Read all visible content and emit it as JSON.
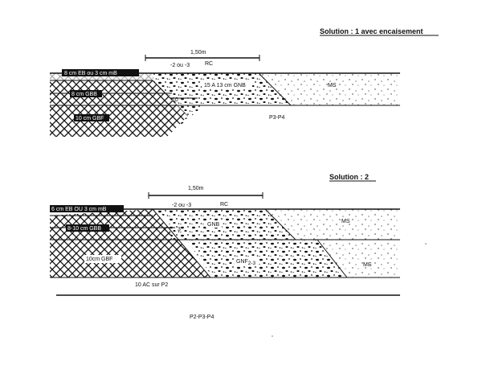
{
  "solution1": {
    "title": "Solution : 1 avec encaisement",
    "width_label": "1,50m",
    "rc_label": "RC",
    "offset_label": "-2 ou -3",
    "eb_label": "8 cm EB ou 3 cm mB",
    "gbb_label": "8 cm GBB",
    "gbf_label": "10 cm GBF",
    "gnb_label": "15 A 13 cm GNB",
    "ten_label": "10",
    "ms_label": "MS",
    "p_label": "P3-P4"
  },
  "solution2": {
    "title": "Solution : 2",
    "width_label": "1,50m",
    "rc_label": "RC",
    "offset_label": "-2 ou -3",
    "eb_label": "6 cm EB OU 3 cm mB",
    "gbb_label": "8-10 cm GBB",
    "gbf_label": "10cm GBF",
    "gnb_label": "GNB",
    "three_label": "3",
    "gnf_label": "GNF",
    "gnf_sub": "2-3",
    "ms_upper_label": "MS",
    "ms_lower_label": "MS",
    "ac_label": "10 AC sur P2",
    "p_label": "P2-P3-P4"
  },
  "colors": {
    "ink": "#111111",
    "paper": "#ffffff"
  }
}
